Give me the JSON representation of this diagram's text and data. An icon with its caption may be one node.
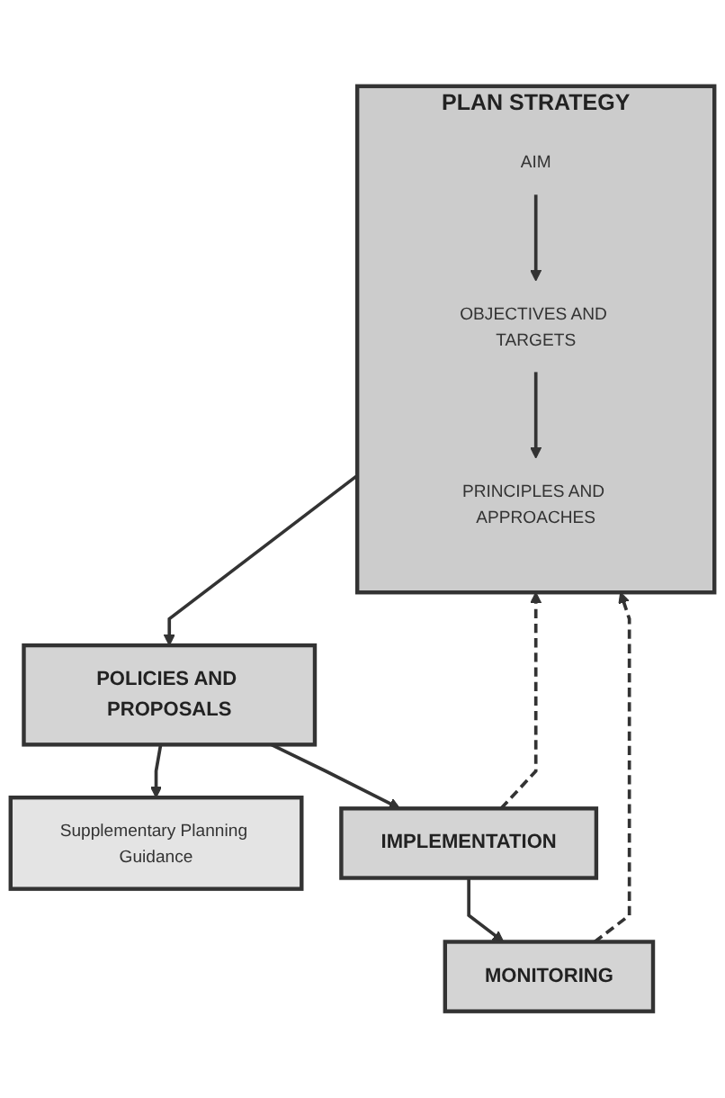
{
  "diagram": {
    "nodes": [
      {
        "text": [
          "PLAN STRATEGY"
        ]
      },
      {
        "text": [
          "AIM"
        ],
        "in": 0
      },
      {
        "text": [
          "OBJECTIVES AND TARGETS"
        ],
        "in": 0
      },
      {
        "text": [
          "PRINCIPLES AND APPROACHES"
        ],
        "in": 0
      },
      {
        "text": [
          "POLICIES AND PROPOSALS"
        ]
      },
      {
        "text": [
          "Supplementary Planning Guidance"
        ]
      },
      {
        "text": [
          "IMPLEMENTATION"
        ]
      },
      {
        "text": [
          "MONITORING"
        ]
      }
    ],
    "edges": [
      {
        "from": 1,
        "to": 2,
        "arrow": "to"
      },
      {
        "from": 2,
        "to": 3,
        "arrow": "to"
      },
      {
        "from": 0,
        "to": 4,
        "arrow": "to"
      },
      {
        "from": 4,
        "to": 5,
        "arrow": "to"
      },
      {
        "from": 4,
        "to": 6,
        "arrow": "to"
      },
      {
        "from": 6,
        "to": 0,
        "arrow": "to",
        "style": "dashed"
      },
      {
        "from": 6,
        "to": 7,
        "arrow": "to"
      },
      {
        "from": 7,
        "to": 0,
        "arrow": "to",
        "style": "dashed"
      }
    ]
  }
}
